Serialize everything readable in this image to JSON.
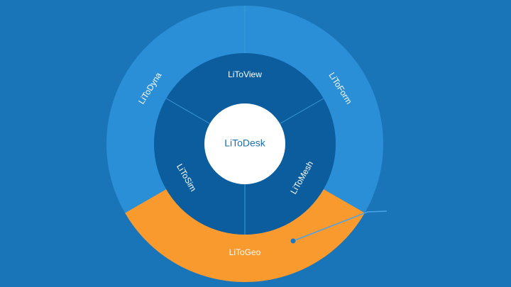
{
  "diagram": {
    "center": {
      "label": "LiToDesk"
    },
    "inner_ring": [
      {
        "id": "view",
        "label": "LiToView"
      },
      {
        "id": "mesh",
        "label": "LiToMesh"
      },
      {
        "id": "sim",
        "label": "LiToSim"
      }
    ],
    "outer_ring": [
      {
        "id": "form",
        "label": "LiToForm",
        "highlighted": false
      },
      {
        "id": "geo",
        "label": "LiToGeo",
        "highlighted": true
      },
      {
        "id": "dyna",
        "label": "LiToDyna",
        "highlighted": false
      }
    ]
  },
  "colors": {
    "background": "#1a75b8",
    "outer_ring": "#2a8fd6",
    "outer_ring_highlight": "#f99a2f",
    "inner_ring": "#0b5d9e",
    "separator": "#3c9ad8",
    "center_fill": "#ffffff",
    "center_text": "#1a6fb0",
    "leader_line": "#4aa3e6",
    "leader_dot": "#1b79c4"
  }
}
